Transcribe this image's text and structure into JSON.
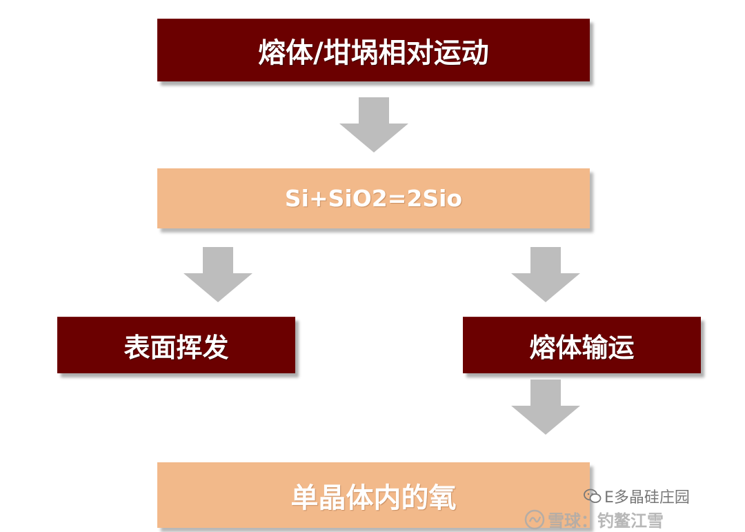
{
  "diagram": {
    "top_box": "熔体/坩埚相对运动",
    "reaction_box": "Si+SiO2=2Sio",
    "left_box": "表面挥发",
    "right_box": "熔体输运",
    "bottom_box": "单晶体内的氧"
  },
  "watermark": {
    "source_label": "E多晶硅庄园",
    "platform_label": "雪球：钓鳌江雪"
  },
  "colors": {
    "dark_box": "#6b0000",
    "light_box": "#f2b98a",
    "arrow": "#bdbdbd"
  },
  "icons": {
    "arrow": "arrow-down-icon",
    "source": "wechat-icon",
    "platform": "xueqiu-icon"
  }
}
